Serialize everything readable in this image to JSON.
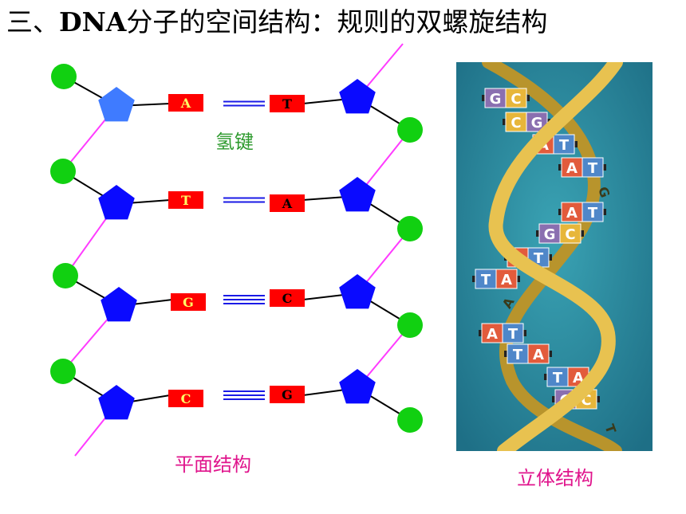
{
  "title": {
    "prefix": "三、",
    "dna_word": "DNA",
    "rest": "分子的空间结构：规则的双螺旋结构"
  },
  "labels": {
    "hydrogen_bond": "氢键",
    "flat_structure": "平面结构",
    "stereo_structure": "立体结构"
  },
  "pairs": [
    {
      "left": "A",
      "right": "T",
      "bond_lines": 2
    },
    {
      "left": "T",
      "right": "A",
      "bond_lines": 2
    },
    {
      "left": "G",
      "right": "C",
      "bond_lines": 3
    },
    {
      "left": "C",
      "right": "G",
      "bond_lines": 3
    }
  ],
  "helix_pairs": [
    [
      "G",
      "C"
    ],
    [
      "C",
      "G"
    ],
    [
      "A",
      "T"
    ],
    [
      "A",
      "T"
    ],
    [
      "A",
      "T"
    ],
    [
      "G",
      "C"
    ],
    [
      "A",
      "T"
    ],
    [
      "T",
      "A"
    ],
    [
      "A",
      "T"
    ],
    [
      "T",
      "A"
    ],
    [
      "T",
      "A"
    ],
    [
      "G",
      "C"
    ]
  ],
  "helix_strand_letters": [
    "G",
    "A",
    "T"
  ],
  "colors": {
    "phosphate": "#11d011",
    "sugar_top": "#3f7bff",
    "sugar": "#0a0aff",
    "backbone_link": "#ff3bff",
    "base_box": "#ff0000",
    "hydrogen_bond": "#1a1ae6",
    "caption_green": "#2d9a2d",
    "caption_red": "#e0148c",
    "helix_bg": "#1e6f86",
    "ribbon": "#e8c250",
    "base_A": "#e25b3c",
    "base_T": "#4f87c9",
    "base_G": "#8a6fb0",
    "base_C": "#e7b63a"
  }
}
